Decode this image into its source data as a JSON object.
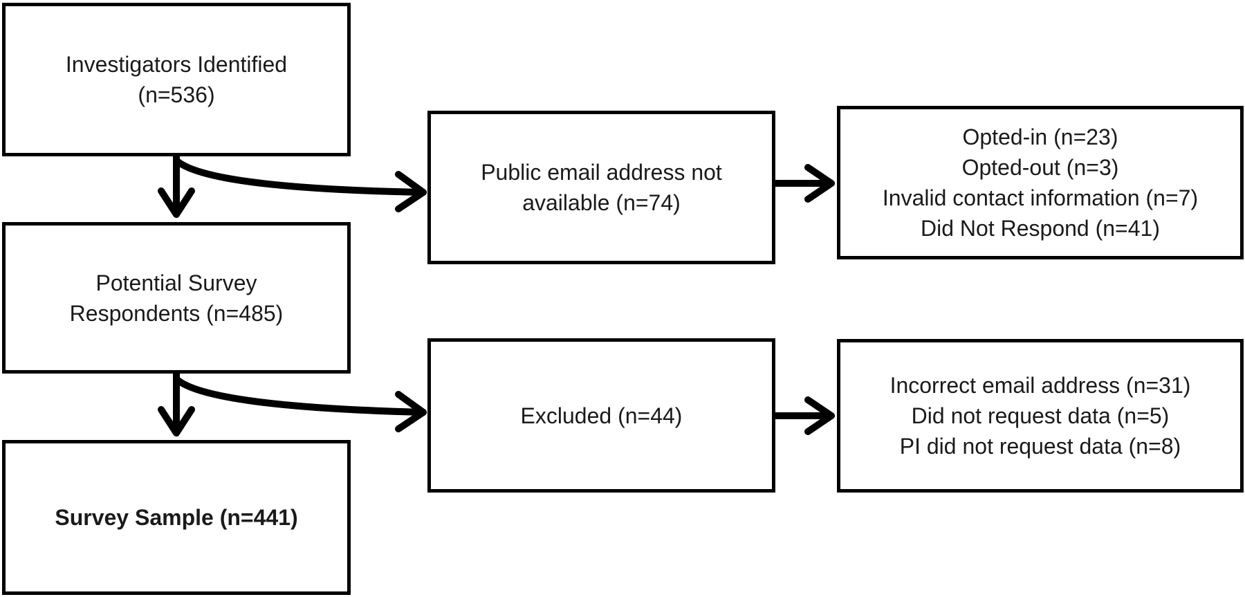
{
  "nodes": {
    "investigators": {
      "line1": "Investigators Identified",
      "line2": "(n=536)"
    },
    "potential": {
      "line1": "Potential Survey",
      "line2": "Respondents (n=485)"
    },
    "sample": {
      "line1": "Survey Sample (n=441)"
    },
    "no_email": {
      "line1": "Public email address not",
      "line2": "available (n=74)"
    },
    "no_email_detail": {
      "lines": [
        "Opted-in (n=23)",
        "Opted-out (n=3)",
        "Invalid contact information (n=7)",
        "Did Not Respond (n=41)"
      ]
    },
    "excluded": {
      "line1": "Excluded (n=44)"
    },
    "excluded_detail": {
      "lines": [
        "Incorrect email address (n=31)",
        "Did not request data (n=5)",
        "PI did not request data (n=8)"
      ]
    }
  }
}
